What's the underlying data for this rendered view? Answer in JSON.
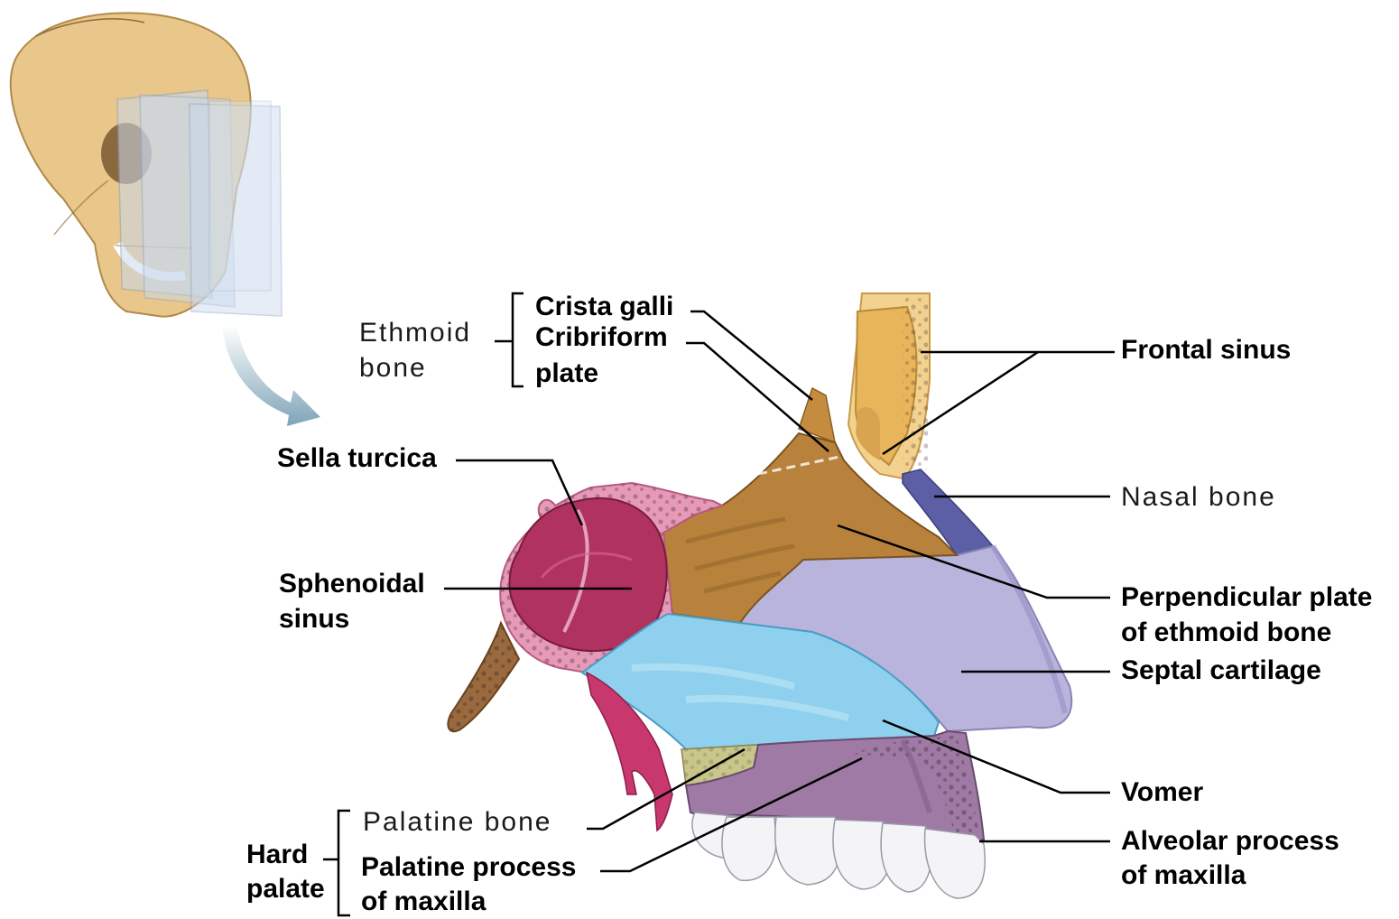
{
  "colors": {
    "frontal": "#e8b55a",
    "frontal_light": "#f3d28f",
    "ethmoid": "#b8823c",
    "sphenoid_pink": "#e79ab8",
    "sphenoid_sinus": "#b0325f",
    "vomer": "#8fd0ee",
    "septal_cartilage": "#b9b4dc",
    "nasal_bone": "#5c5fa6",
    "maxilla": "#9e7aa4",
    "palatine": "#c9c68a",
    "teeth": "#f4f4f6",
    "skull": "#e9c78a",
    "arrow": "#7fa4b8"
  },
  "labels": {
    "ethmoid_bone": [
      "Ethmoid",
      "bone"
    ],
    "crista_galli": "Crista galli",
    "cribriform_plate": [
      "Cribriform",
      "plate"
    ],
    "frontal_sinus": "Frontal sinus",
    "sella_turcica": "Sella turcica",
    "nasal_bone": "Nasal bone",
    "sphenoidal_sinus": [
      "Sphenoidal",
      "sinus"
    ],
    "perpendicular_plate": [
      "Perpendicular plate",
      "of ethmoid bone"
    ],
    "septal_cartilage": "Septal cartilage",
    "vomer": "Vomer",
    "palatine_bone": "Palatine bone",
    "hard_palate": [
      "Hard",
      "palate"
    ],
    "palatine_process": [
      "Palatine process",
      "of maxilla"
    ],
    "alveolar_process": [
      "Alveolar process",
      "of maxilla"
    ]
  }
}
